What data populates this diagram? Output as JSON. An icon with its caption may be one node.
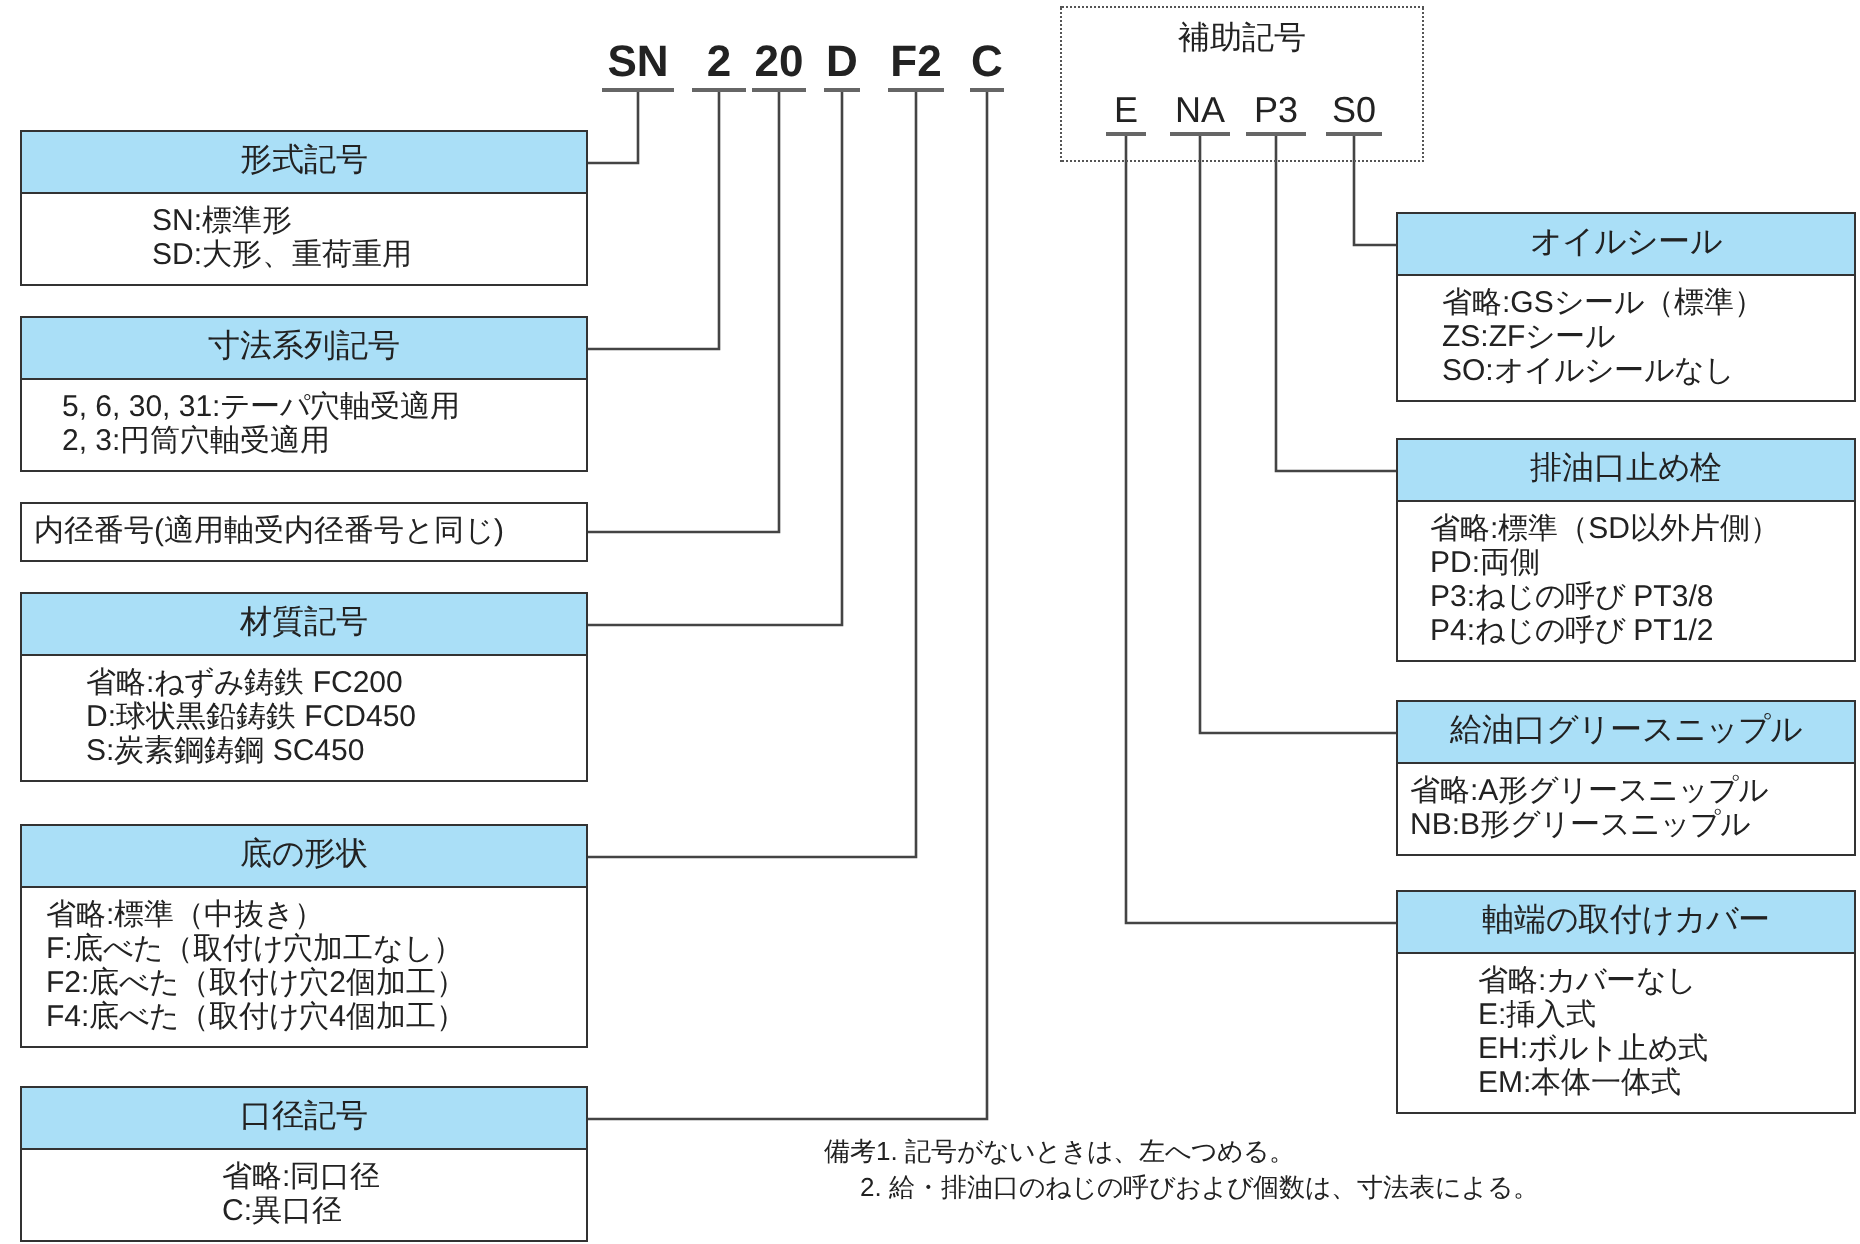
{
  "diagram": {
    "nodes": [
      {
        "text": [
          "SN"
        ]
      },
      {
        "text": [
          "2"
        ]
      },
      {
        "text": [
          "20"
        ]
      },
      {
        "text": [
          "D"
        ]
      },
      {
        "text": [
          "F2"
        ]
      },
      {
        "text": [
          "C"
        ]
      },
      {
        "text": [
          "補助記号"
        ]
      },
      {
        "text": [
          "E"
        ],
        "in": 6
      },
      {
        "text": [
          "NA"
        ],
        "in": 6
      },
      {
        "text": [
          "P3"
        ],
        "in": 6
      },
      {
        "text": [
          "S0"
        ],
        "in": 6
      },
      {
        "text": [
          "形式記号",
          "SN:標準形",
          "SD:大形、重荷重用"
        ]
      },
      {
        "text": [
          "寸法系列記号",
          "5, 6, 30, 31:テーパ穴軸受適用",
          "2, 3:円筒穴軸受適用"
        ]
      },
      {
        "text": [
          "内径番号(適用軸受内径番号と同じ)"
        ]
      },
      {
        "text": [
          "材質記号",
          "省略:ねずみ鋳鉄 FC200",
          "D:球状黒鉛鋳鉄 FCD450",
          "S:炭素鋼鋳鋼 SC450"
        ]
      },
      {
        "text": [
          "底の形状",
          "省略:標準（中抜き）",
          "F:底べた（取付け穴加工なし）",
          "F2:底べた（取付け穴2個加工）",
          "F4:底べた（取付け穴4個加工）"
        ]
      },
      {
        "text": [
          "口径記号",
          "省略:同口径",
          "C:異口径"
        ]
      },
      {
        "text": [
          "オイルシール",
          "省略:GSシール（標準）",
          "ZS:ZFシール",
          "SO:オイルシールなし"
        ]
      },
      {
        "text": [
          "排油口止め栓",
          "省略:標準（SD以外片側）",
          "PD:両側",
          "P3:ねじの呼び PT3/8",
          "P4:ねじの呼び PT1/2"
        ]
      },
      {
        "text": [
          "給油口グリースニップル",
          "省略:A形グリースニップル",
          "NB:B形グリースニップル"
        ]
      },
      {
        "text": [
          "軸端の取付けカバー",
          "省略:カバーなし",
          "E:挿入式",
          "EH:ボルト止め式",
          "EM:本体一体式"
        ]
      }
    ],
    "edges": [
      {
        "from": 0,
        "to": 11,
        "arrow": "none"
      },
      {
        "from": 1,
        "to": 12,
        "arrow": "none"
      },
      {
        "from": 2,
        "to": 13,
        "arrow": "none"
      },
      {
        "from": 3,
        "to": 14,
        "arrow": "none"
      },
      {
        "from": 4,
        "to": 15,
        "arrow": "none"
      },
      {
        "from": 5,
        "to": 16,
        "arrow": "none"
      },
      {
        "from": 10,
        "to": 17,
        "arrow": "none"
      },
      {
        "from": 9,
        "to": 18,
        "arrow": "none"
      },
      {
        "from": 8,
        "to": 19,
        "arrow": "none"
      },
      {
        "from": 7,
        "to": 20,
        "arrow": "none"
      }
    ],
    "labels": [
      "備考1. 記号がないときは、左へつめる。",
      "2. 給・排油口のねじの呼びおよび個数は、寸法表による。"
    ]
  }
}
